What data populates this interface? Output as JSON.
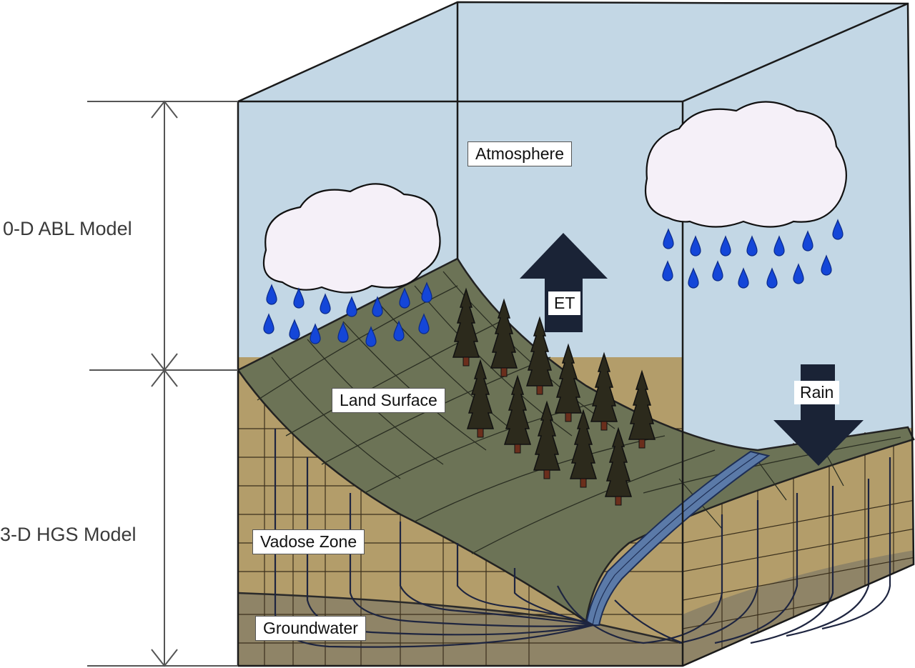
{
  "scale_labels": {
    "abl": "0-D ABL Model",
    "hgs": "3-D HGS Model"
  },
  "zones": {
    "atmosphere": "Atmosphere",
    "land_surface": "Land Surface",
    "vadose_zone": "Vadose Zone",
    "groundwater": "Groundwater"
  },
  "fluxes": {
    "et": "ET",
    "rain": "Rain"
  },
  "colors": {
    "sky": "#c3d7e5",
    "land": "#6c7356",
    "vadose": "#b39d6a",
    "groundwater": "#8f8467",
    "river": "#5b7aa8",
    "arrow": "#1a2336",
    "raindrop": "#1446d8",
    "tree": "#2c2a1c"
  }
}
